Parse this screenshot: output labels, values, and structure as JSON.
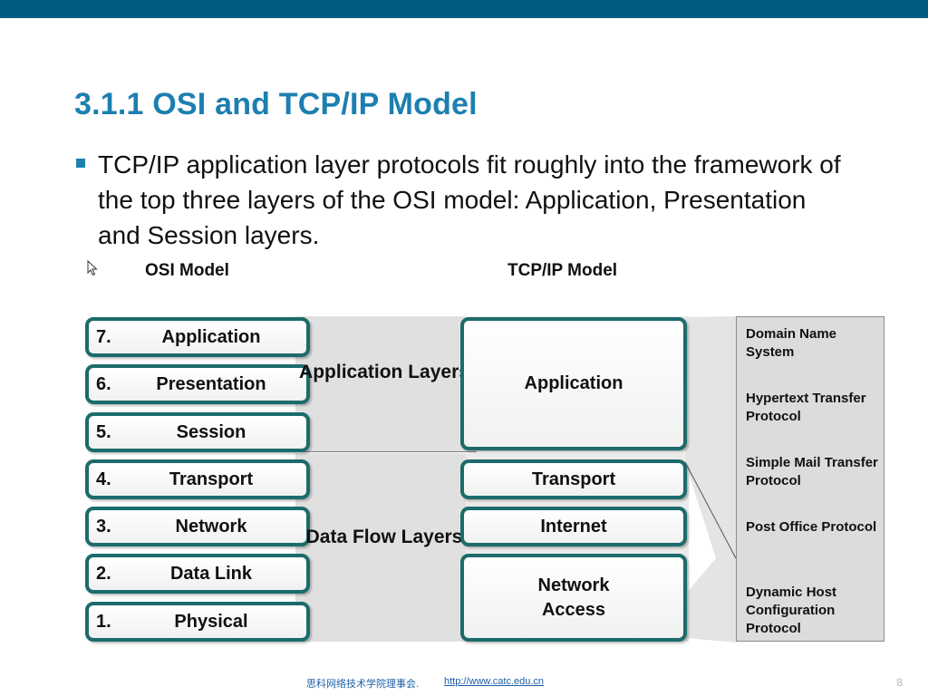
{
  "slide": {
    "title": "3.1.1 OSI and TCP/IP Model",
    "bullet": "TCP/IP application layer protocols fit roughly into the framework of the top three layers of the OSI model: Application, Presentation and Session layers."
  },
  "diagram": {
    "osi_heading": "OSI Model",
    "tcpip_heading": "TCP/IP Model",
    "osi_layers": [
      {
        "num": "7.",
        "name": "Application"
      },
      {
        "num": "6.",
        "name": "Presentation"
      },
      {
        "num": "5.",
        "name": "Session"
      },
      {
        "num": "4.",
        "name": "Transport"
      },
      {
        "num": "3.",
        "name": "Network"
      },
      {
        "num": "2.",
        "name": "Data Link"
      },
      {
        "num": "1.",
        "name": "Physical"
      }
    ],
    "groups": {
      "application_layers": "Application Layers",
      "data_flow_layers": "Data Flow Layers"
    },
    "tcpip_layers": [
      "Application",
      "Transport",
      "Internet",
      "Network Access"
    ],
    "protocols": [
      "Domain Name System",
      "Hypertext Transfer Protocol",
      "Simple Mail Transfer Protocol",
      "Post Office Protocol",
      "Dynamic Host Configuration Protocol"
    ]
  },
  "footer": {
    "org": "思科网络技术学院理事会.",
    "link": "http://www.catc.edu.cn",
    "page": "8"
  },
  "colors": {
    "top_bar": "#005b82",
    "title": "#1c7fb0",
    "layer_border": "#1d6b6b"
  },
  "icons": [
    "cursor-icon"
  ]
}
